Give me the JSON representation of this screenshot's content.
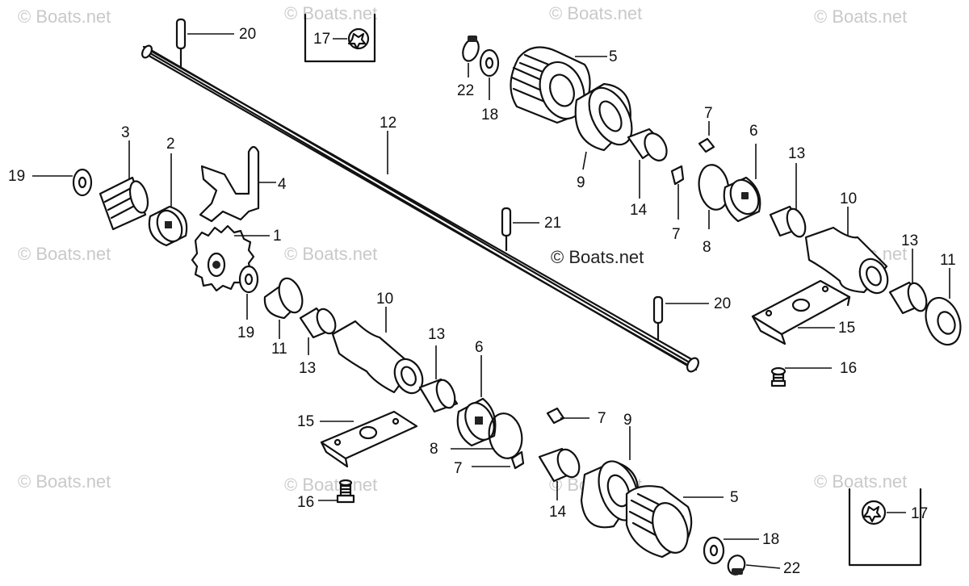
{
  "watermark": "© Boats.net",
  "copyright": "© Boats.net",
  "callouts": [
    "20",
    "17",
    "22",
    "18",
    "5",
    "12",
    "9",
    "7",
    "6",
    "13",
    "10",
    "14",
    "8",
    "11",
    "3",
    "2",
    "19",
    "4",
    "1",
    "21",
    "15",
    "16"
  ]
}
